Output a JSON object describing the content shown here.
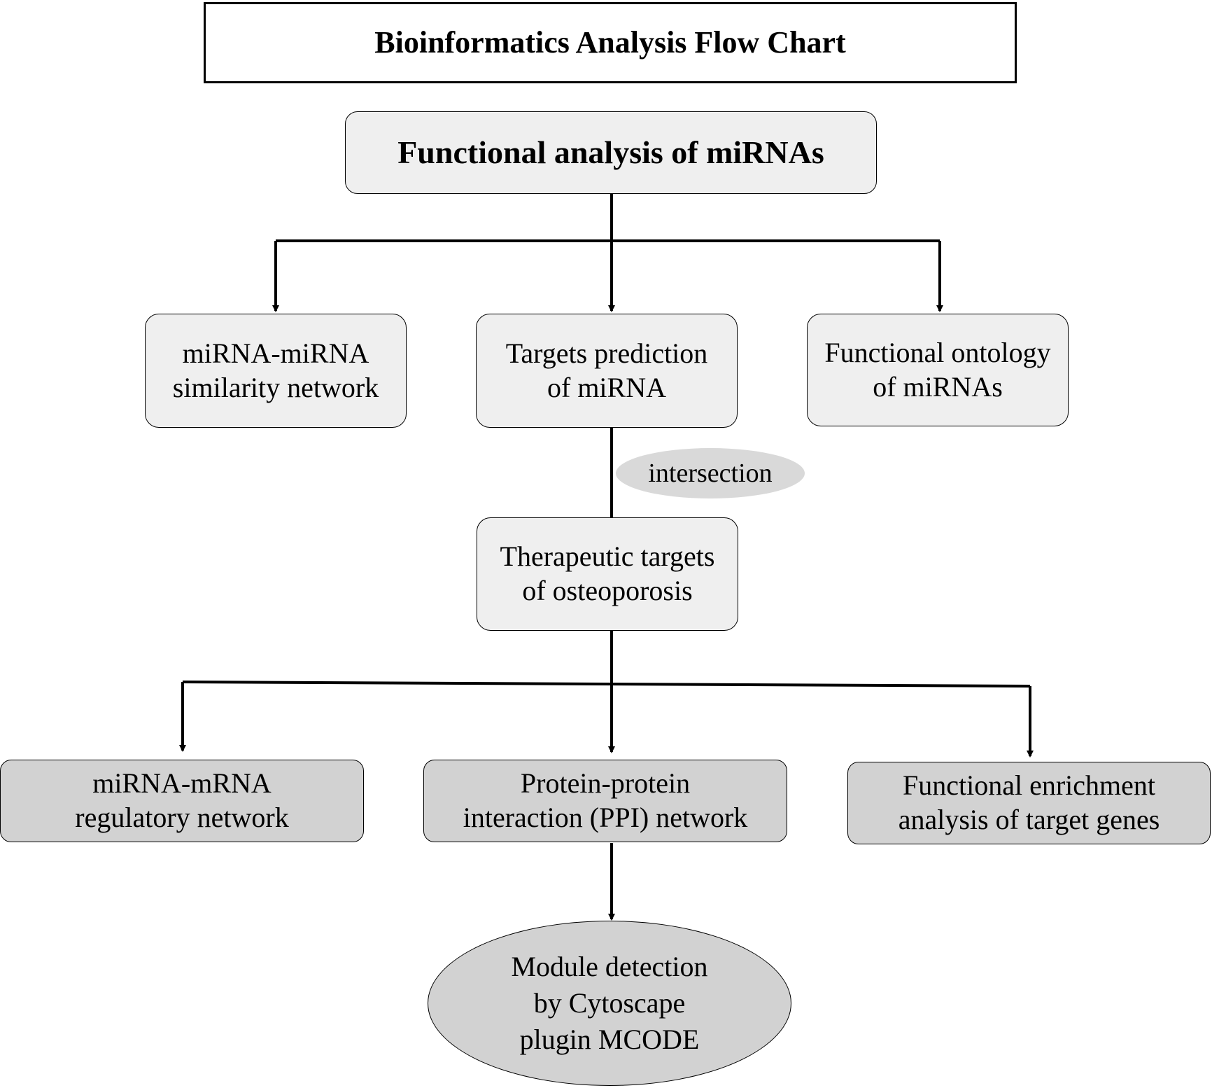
{
  "title": "Bioinformatics Analysis Flow Chart",
  "root": {
    "label": "Functional analysis of miRNAs"
  },
  "level1": [
    {
      "line1": "miRNA-miRNA",
      "line2": "similarity network"
    },
    {
      "line1": "Targets prediction",
      "line2": "of miRNA"
    },
    {
      "line1": "Functional ontology",
      "line2": "of miRNAs"
    }
  ],
  "edge_label": "intersection",
  "therapeutic": {
    "line1": "Therapeutic targets",
    "line2": "of osteoporosis"
  },
  "level3": [
    {
      "line1": "miRNA-mRNA",
      "line2": "regulatory network"
    },
    {
      "line1": "Protein-protein",
      "line2": "interaction (PPI) network"
    },
    {
      "line1": "Functional enrichment",
      "line2": "analysis of target genes"
    }
  ],
  "module": {
    "line1": "Module detection",
    "line2": "by Cytoscape",
    "line3": "plugin MCODE"
  },
  "colors": {
    "light_box": "#efefef",
    "dark_box": "#d2d2d2",
    "label_ellipse": "#d9d9d9",
    "line": "#000000"
  }
}
